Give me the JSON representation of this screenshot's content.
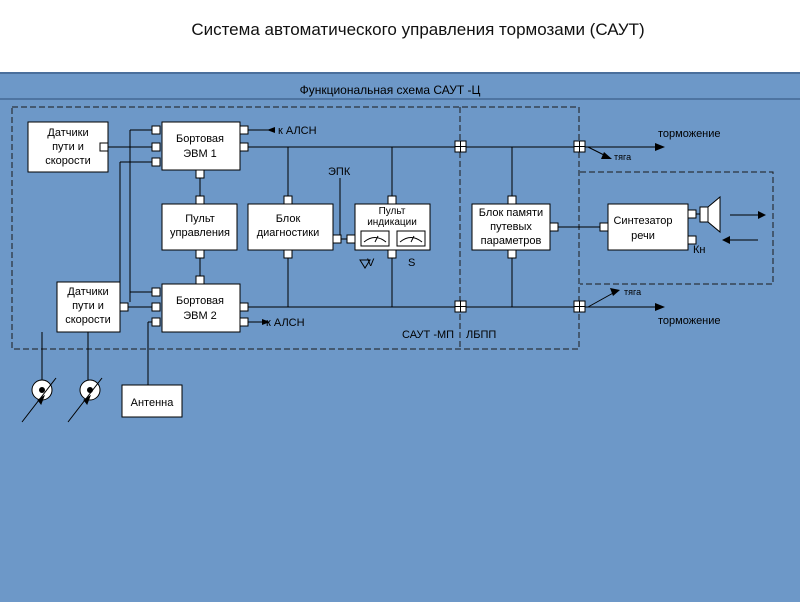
{
  "title": "Система автоматического управления тормозами (САУТ)",
  "diagram": {
    "heading": "Функциональная схема САУТ -Ц",
    "blocks": {
      "sensors_1": [
        "Датчики",
        "пути и",
        "скорости"
      ],
      "sensors_2": [
        "Датчики",
        "пути и",
        "скорости"
      ],
      "ecu_1": [
        "Бортовая",
        "ЭВМ 1"
      ],
      "ecu_2": [
        "Бортовая",
        "ЭВМ 2"
      ],
      "control_panel": [
        "Пульт",
        "управления"
      ],
      "diagnostics": [
        "Блок",
        "диагностики"
      ],
      "indication_panel": [
        "Пульт",
        "индикации"
      ],
      "route_memory": [
        "Блок памяти",
        "путевых",
        "параметров"
      ],
      "speech_synth": [
        "Синтезатор",
        "речи"
      ],
      "antenna": [
        "Антенна"
      ]
    },
    "labels": {
      "to_alsn_top": "к АЛСН",
      "to_alsn_bottom": "к АЛСН",
      "epk": "ЭПК",
      "braking_top": "торможение",
      "traction_top": "тяга",
      "traction_bottom": "тяга",
      "braking_bottom": "торможение",
      "v": "V",
      "s": "S",
      "kn": "Кн",
      "saut_mp": "САУТ -МП",
      "lbpp": "ЛБПП"
    }
  }
}
